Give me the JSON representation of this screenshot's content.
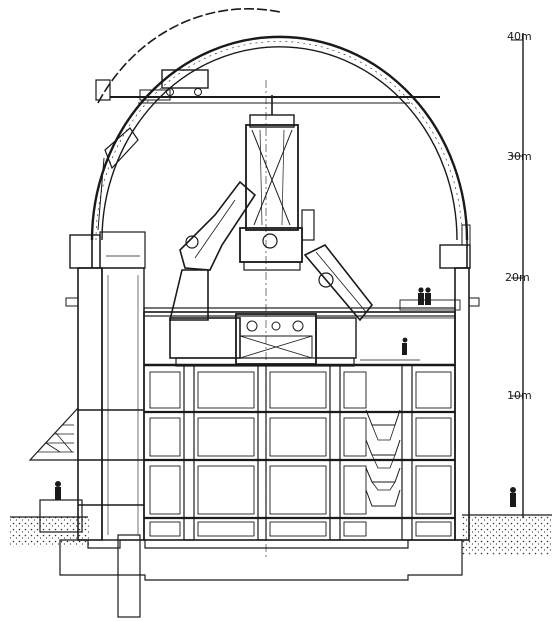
{
  "scale": {
    "labels": [
      "40m",
      "30m",
      "20m",
      "10m"
    ]
  },
  "colors": {
    "ink": "#1a1a1a",
    "paper": "#ffffff",
    "hatch": "#555555"
  }
}
